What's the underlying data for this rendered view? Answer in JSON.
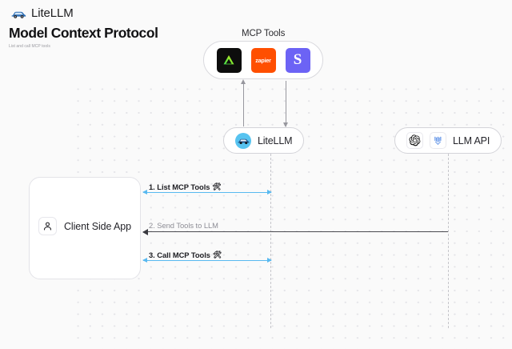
{
  "header": {
    "brand": "LiteLLM",
    "brand_logo_icon": "litellm-car-logo-icon",
    "title": "Model Context Protocol",
    "subtitle": "List and call MCP tools"
  },
  "diagram": {
    "mcp_group": {
      "label": "MCP Tools",
      "tools": [
        {
          "name": "triangle-app-icon",
          "text": "",
          "color": "#0d0d0d"
        },
        {
          "name": "zapier-icon",
          "text": "zapier",
          "color": "#ff4f00"
        },
        {
          "name": "slack-icon",
          "text": "S",
          "color": "#6c63f5"
        }
      ]
    },
    "nodes": [
      {
        "id": "litellm",
        "label": "LiteLLM",
        "icon": "litellm-avatar-icon"
      },
      {
        "id": "llmapi",
        "label": "LLM API",
        "icons": [
          "openai-icon",
          "anthropic-icon"
        ]
      }
    ],
    "client": {
      "label": "Client Side App",
      "icon": "user-person-icon"
    },
    "messages": [
      {
        "id": "msg1",
        "label": "1. List MCP Tools",
        "glyph": "🛠",
        "color": "#58b9f0",
        "direction": "both"
      },
      {
        "id": "msg2",
        "label": "2. Send Tools to LLM",
        "glyph": "",
        "color": "#4a4a50",
        "direction": "left"
      },
      {
        "id": "msg3",
        "label": "3. Call MCP Tools",
        "glyph": "🛠",
        "color": "#58b9f0",
        "direction": "both"
      }
    ]
  }
}
